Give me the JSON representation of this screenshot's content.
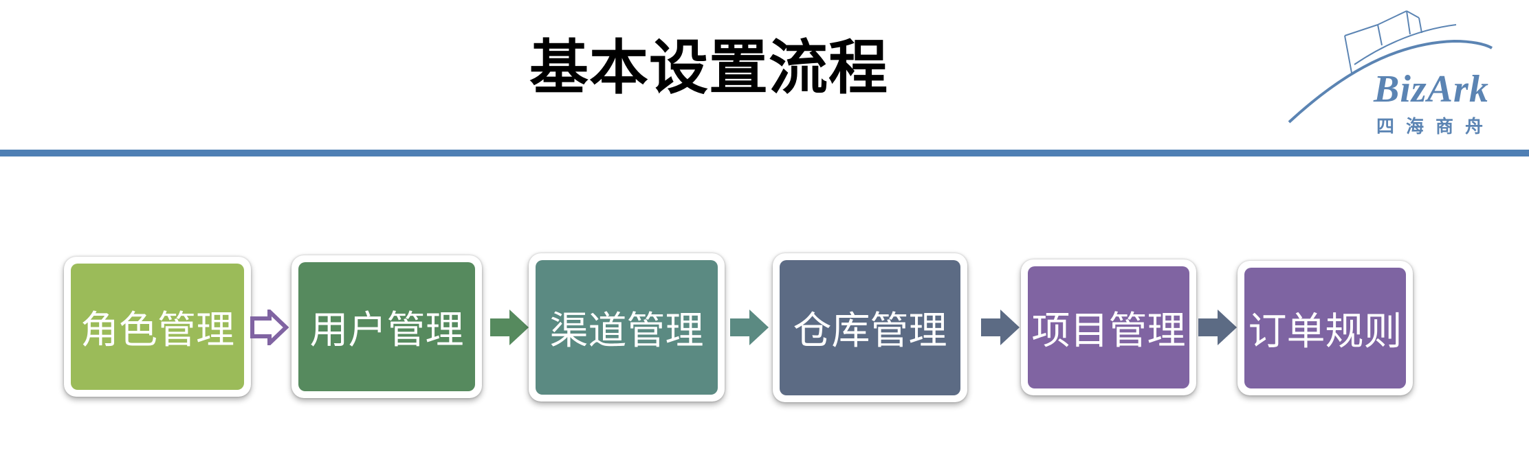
{
  "title": "基本设置流程",
  "logo": {
    "brand": "BizArk",
    "tagline": "四海商舟"
  },
  "colors": {
    "divider": "#4f7fb4",
    "logo": "#5b84b3"
  },
  "steps": [
    {
      "label": "角色管理",
      "color": "#9bbb59"
    },
    {
      "label": "用户管理",
      "color": "#568a5e"
    },
    {
      "label": "渠道管理",
      "color": "#5b8a82"
    },
    {
      "label": "仓库管理",
      "color": "#5c6b84"
    },
    {
      "label": "项目管理",
      "color": "#8064a2"
    },
    {
      "label": "订单规则",
      "color": "#7e64a2"
    }
  ],
  "arrows": [
    {
      "style": "outline",
      "color": "#8064a2"
    },
    {
      "style": "filled",
      "color": "#568a5e"
    },
    {
      "style": "filled",
      "color": "#5b8a82"
    },
    {
      "style": "filled",
      "color": "#5c6b84"
    },
    {
      "style": "filled",
      "color": "#5c6b84"
    }
  ]
}
